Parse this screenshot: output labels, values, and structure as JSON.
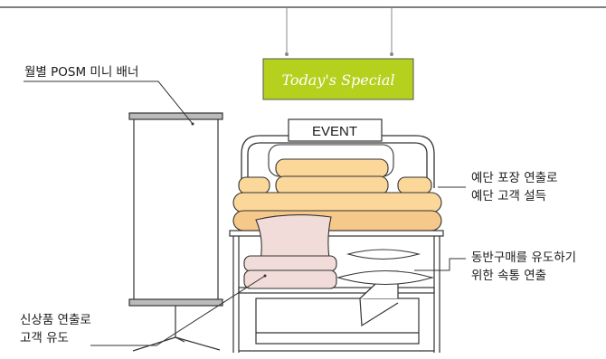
{
  "sign": {
    "text": "Today's Special",
    "color": "#b5d11e"
  },
  "event_box": {
    "text": "EVENT"
  },
  "callouts": {
    "banner": {
      "line1": "월별 POSM 미니 배너"
    },
    "stacked_pillows": {
      "line1": "예단 포장 연출로",
      "line2": "예단 고객 설득"
    },
    "pillows_shelf": {
      "line1": "동반구매를 유도하기",
      "line2": "위한 속통 연출"
    },
    "new_product": {
      "line1": "신상품 연출로",
      "line2": "고객 유도"
    }
  },
  "colors": {
    "bedding_orange": "#fbd79a",
    "bedding_orange_dark": "#f6c98a",
    "pillow_pink": "#f1dcd9",
    "line": "#333333"
  }
}
